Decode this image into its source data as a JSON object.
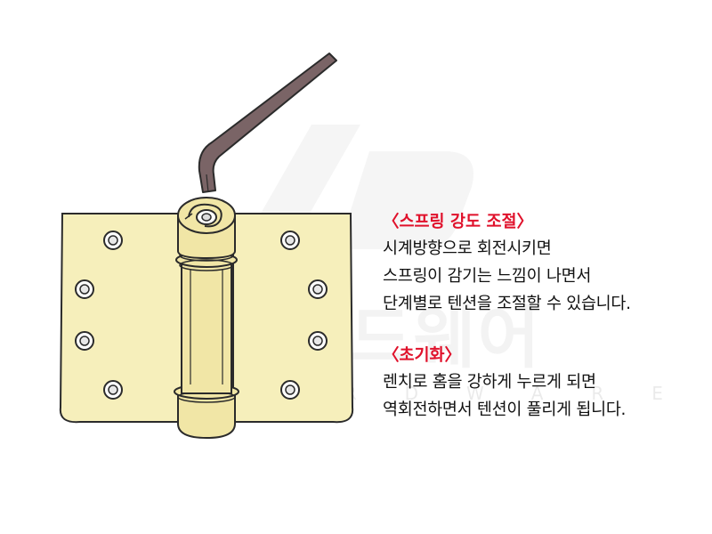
{
  "watermark": {
    "brand": "KB하드웨어",
    "sub": "HARDWARE"
  },
  "sections": [
    {
      "title": "〈스프링 강도 조절〉",
      "lines": [
        "시계방향으로 회전시키면",
        "스프링이 감기는 느낌이 나면서",
        "단계별로 텐션을 조절할 수 있습니다."
      ]
    },
    {
      "title": "〈초기화〉",
      "lines": [
        "렌치로 홈을 강하게 누르게 되면",
        "역회전하면서 텐션이 풀리게 됩니다."
      ]
    }
  ],
  "colors": {
    "plate": "#f6efbb",
    "barrel": "#f1e6a6",
    "outline": "#2b2b2b",
    "wrench": "#7a6466",
    "title": "#e0112b",
    "text": "#111111"
  }
}
